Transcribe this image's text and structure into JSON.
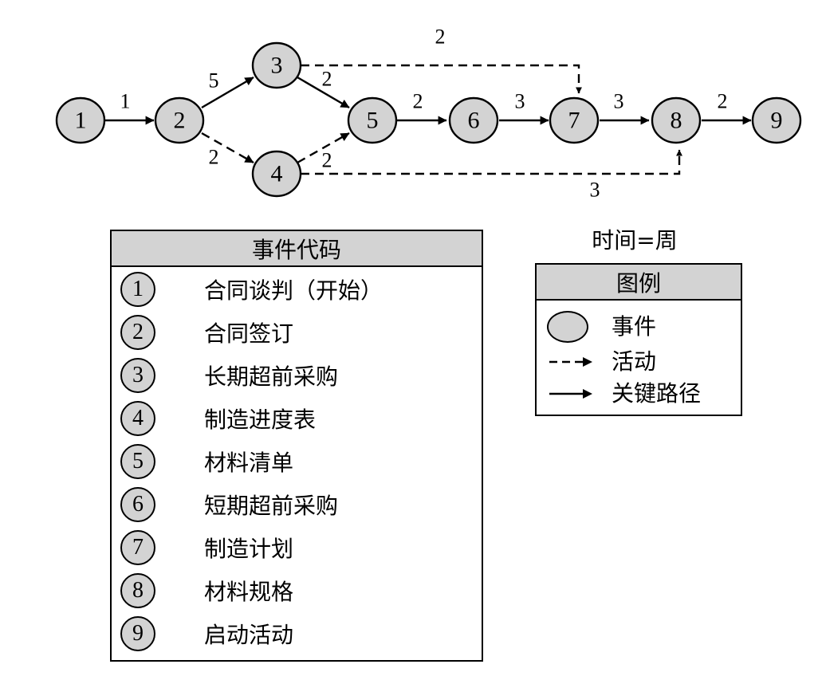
{
  "network": {
    "nodes": [
      {
        "id": "1",
        "label": "1"
      },
      {
        "id": "2",
        "label": "2"
      },
      {
        "id": "3",
        "label": "3"
      },
      {
        "id": "4",
        "label": "4"
      },
      {
        "id": "5",
        "label": "5"
      },
      {
        "id": "6",
        "label": "6"
      },
      {
        "id": "7",
        "label": "7"
      },
      {
        "id": "8",
        "label": "8"
      },
      {
        "id": "9",
        "label": "9"
      }
    ],
    "edges": [
      {
        "from": "1",
        "to": "2",
        "duration": "1",
        "style": "solid"
      },
      {
        "from": "2",
        "to": "3",
        "duration": "5",
        "style": "solid"
      },
      {
        "from": "2",
        "to": "4",
        "duration": "2",
        "style": "dashed"
      },
      {
        "from": "3",
        "to": "5",
        "duration": "2",
        "style": "solid"
      },
      {
        "from": "4",
        "to": "5",
        "duration": "2",
        "style": "dashed"
      },
      {
        "from": "5",
        "to": "6",
        "duration": "2",
        "style": "solid"
      },
      {
        "from": "6",
        "to": "7",
        "duration": "3",
        "style": "solid"
      },
      {
        "from": "7",
        "to": "8",
        "duration": "3",
        "style": "solid"
      },
      {
        "from": "8",
        "to": "9",
        "duration": "2",
        "style": "solid"
      },
      {
        "from": "3",
        "to": "7",
        "duration": "2",
        "style": "dashed"
      },
      {
        "from": "4",
        "to": "8",
        "duration": "3",
        "style": "dashed"
      }
    ]
  },
  "event_codes": {
    "title": "事件代码",
    "rows": [
      {
        "code": "1",
        "desc": "合同谈判（开始）"
      },
      {
        "code": "2",
        "desc": "合同签订"
      },
      {
        "code": "3",
        "desc": "长期超前采购"
      },
      {
        "code": "4",
        "desc": "制造进度表"
      },
      {
        "code": "5",
        "desc": "材料清单"
      },
      {
        "code": "6",
        "desc": "短期超前采购"
      },
      {
        "code": "7",
        "desc": "制造计划"
      },
      {
        "code": "8",
        "desc": "材料规格"
      },
      {
        "code": "9",
        "desc": "启动活动"
      }
    ]
  },
  "time_unit": "时间=周",
  "legend": {
    "title": "图例",
    "event": "事件",
    "activity": "活动",
    "critical_path": "关键路径"
  },
  "colors": {
    "node_fill": "#d3d3d3",
    "stroke": "#000000"
  }
}
